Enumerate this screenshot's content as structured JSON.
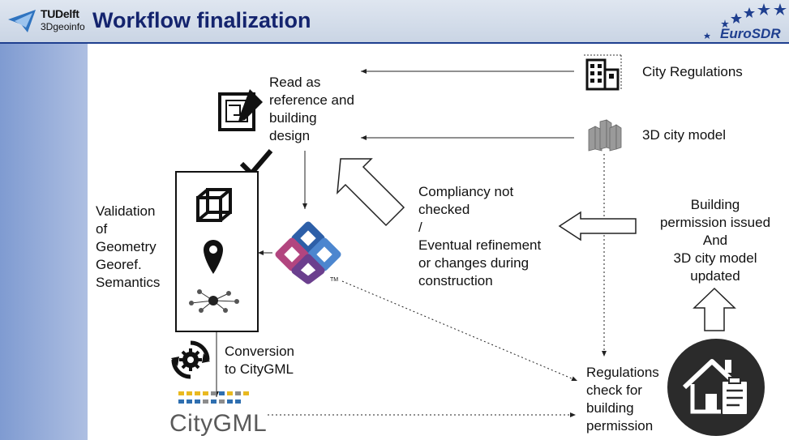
{
  "header": {
    "title": "Workflow finalization",
    "tu_logo_name": "TUDelft",
    "tu_logo_sub": "3Dgeoinfo",
    "eurosdr_logo": "EuroSDR"
  },
  "nodes": {
    "read_reference": [
      "Read as",
      "reference and",
      "building",
      "design"
    ],
    "city_regulations": "City Regulations",
    "city_model": "3D city model",
    "validation": [
      "Validation",
      "of",
      "Geometry",
      "Georef.",
      "Semantics"
    ],
    "compliancy": [
      "Compliancy not",
      "checked",
      "/",
      "Eventual refinement",
      "or changes during",
      "construction"
    ],
    "permission_issued": [
      "Building",
      "permission issued",
      "And",
      "3D city model",
      "updated"
    ],
    "conversion": [
      "Conversion",
      "to CityGML"
    ],
    "regulations_check": [
      "Regulations",
      "check for",
      "building",
      "permission"
    ],
    "citygml_logo": "CityGML",
    "ifc_trademark": "TM"
  },
  "colors": {
    "title": "#14246e",
    "sidebar": "#8ea7d8",
    "ifc_blue": "#2d5fa8",
    "ifc_pink": "#b2457f",
    "ifc_purple": "#6b3f8e",
    "house_circle": "#2b2b2b",
    "citygml_yellow": "#e9b920",
    "citygml_blue": "#2f6fb0",
    "citygml_gray": "#8c8c8c"
  },
  "icons": [
    "drawing-icon",
    "building-icon",
    "city-model-icon",
    "checkmark-icon",
    "cube-icon",
    "map-pin-icon",
    "network-icon",
    "ifc-logo-icon",
    "convert-gear-icon",
    "house-checklist-icon",
    "citygml-logo-icon"
  ]
}
